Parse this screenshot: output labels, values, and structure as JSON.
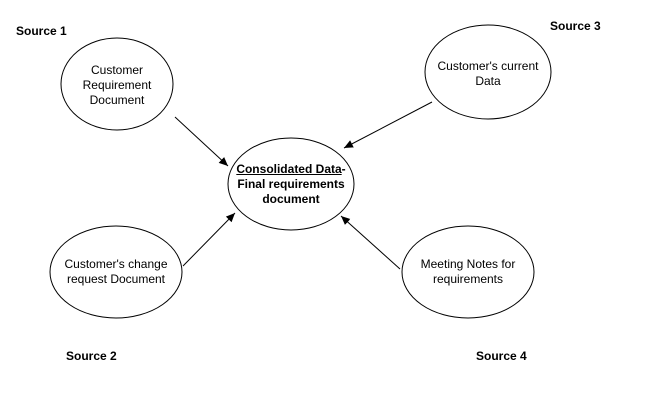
{
  "sources": [
    {
      "id": "source-1",
      "label": "Source 1",
      "node": [
        "Customer",
        "Requirement",
        "Document"
      ]
    },
    {
      "id": "source-2",
      "label": "Source 2",
      "node": [
        "Customer's change",
        "request Document"
      ]
    },
    {
      "id": "source-3",
      "label": "Source 3",
      "node": [
        "Customer's current",
        "Data"
      ]
    },
    {
      "id": "source-4",
      "label": "Source 4",
      "node": [
        "Meeting Notes for",
        "requirements"
      ]
    }
  ],
  "center": {
    "title_underlined": "Consolidated Data",
    "title_suffix": "-",
    "line2": "Final requirements",
    "line3": "document"
  },
  "colors": {
    "stroke": "#000000",
    "fill": "#ffffff",
    "text": "#000000"
  }
}
